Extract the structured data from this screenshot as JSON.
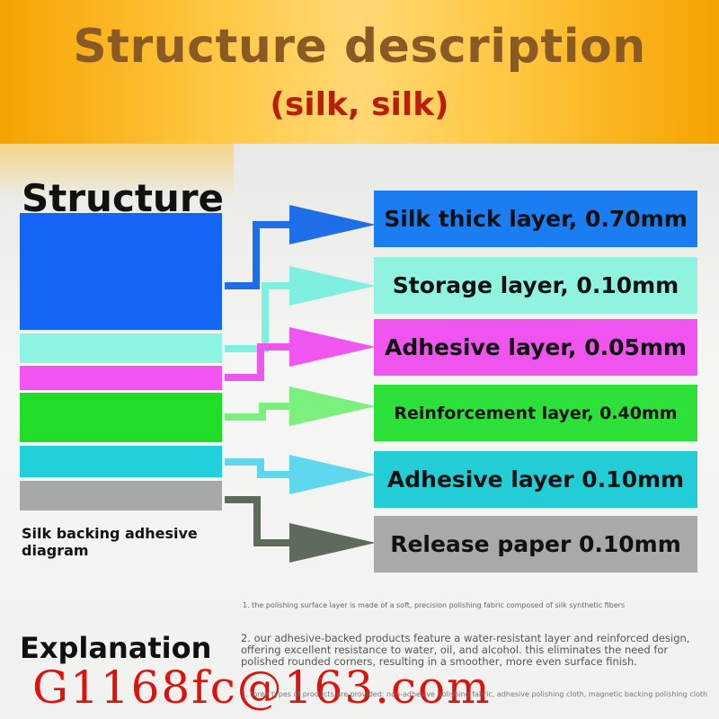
{
  "header": {
    "title": "Structure description",
    "subtitle": "(silk, silk)"
  },
  "diagram": {
    "structure_label": "Structure",
    "caption": "Silk backing adhesive diagram",
    "layers": [
      {
        "label": "Silk thick layer, 0.70mm",
        "color": "#1565f5",
        "label_color": "#1a7df2"
      },
      {
        "label": "Storage layer, 0.10mm",
        "color": "#8ef5e2",
        "label_color": "#8ff3e0"
      },
      {
        "label": "Adhesive layer, 0.05mm",
        "color": "#f255f2",
        "label_color": "#ef54ef"
      },
      {
        "label": "Reinforcement layer, 0.40mm",
        "color": "#22dd27",
        "label_color": "#2ee13a"
      },
      {
        "label": "Adhesive layer 0.10mm",
        "color": "#21d0d8",
        "label_color": "#23cdd6"
      },
      {
        "label": "Release paper 0.10mm",
        "color": "#a7a9a8",
        "label_color": "#a8aaa9"
      }
    ],
    "arrow_colors": [
      "#1e6ee8",
      "#7ff0e0",
      "#ef55ef",
      "#7cf07c",
      "#5fd8ee",
      "#5e6b5c"
    ]
  },
  "explanation": {
    "heading": "Explanation",
    "note1": "1. the polishing surface layer is made of a soft, precision polishing fabric composed of silk synthetic fibers",
    "note2": "2. our adhesive-backed products feature a water-resistant layer and reinforced design, offering excellent resistance to water, oil, and alcohol. this eliminates the need for polished rounded corners, resulting in a smoother, more even surface finish.",
    "note3": "3. three types of products are provided: non-adhesive polishing fabric, adhesive polishing cloth, magnetic backing polishing cloth"
  },
  "watermark": {
    "email": "G1168fc@163.com"
  },
  "colors": {
    "title": "#8a5a24",
    "subtitle": "#b81e0c",
    "email": "#e0100a"
  }
}
